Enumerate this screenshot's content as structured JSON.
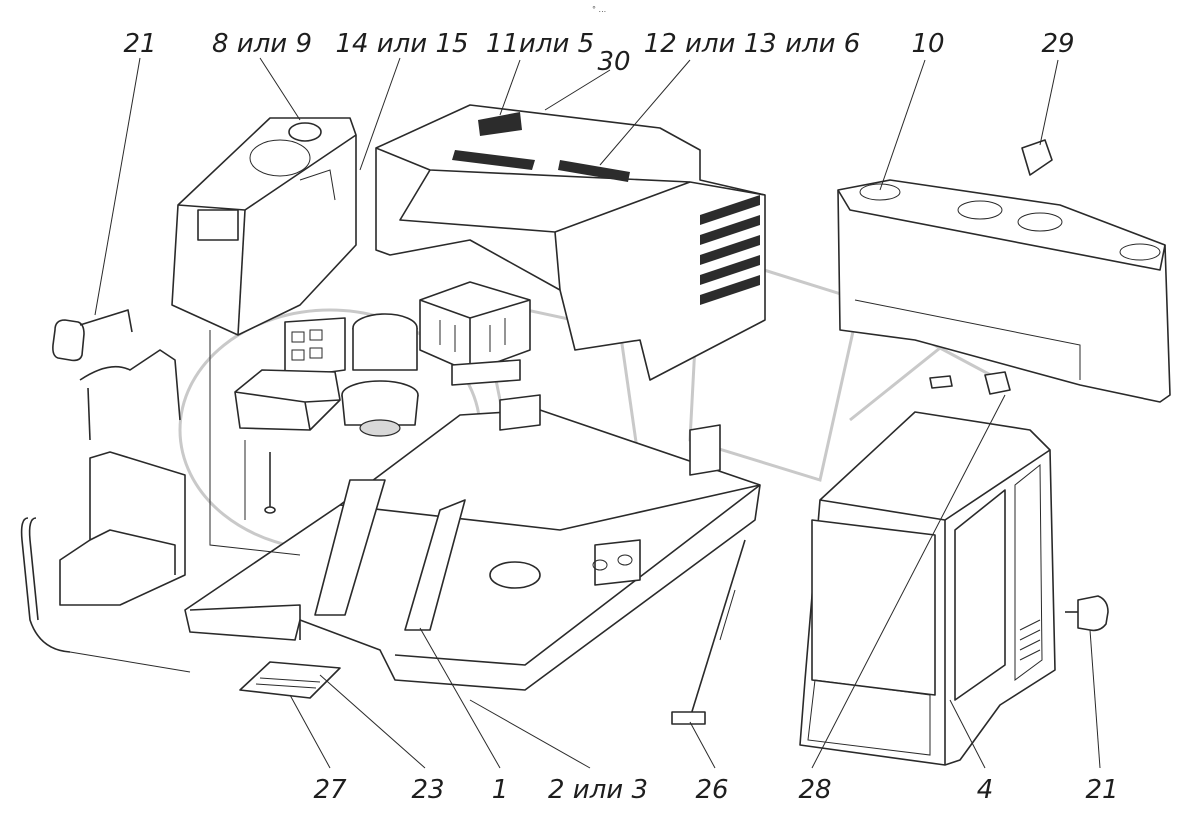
{
  "labels": {
    "top": [
      "21",
      "8 или 9",
      "14 или 15",
      "11или 5",
      "30",
      "12 или 13 или 6",
      "10",
      "29"
    ],
    "bottom": [
      "27",
      "23",
      "1",
      "2 или 3",
      "26",
      "28",
      "4",
      "21"
    ]
  },
  "small_mark": "° ..."
}
